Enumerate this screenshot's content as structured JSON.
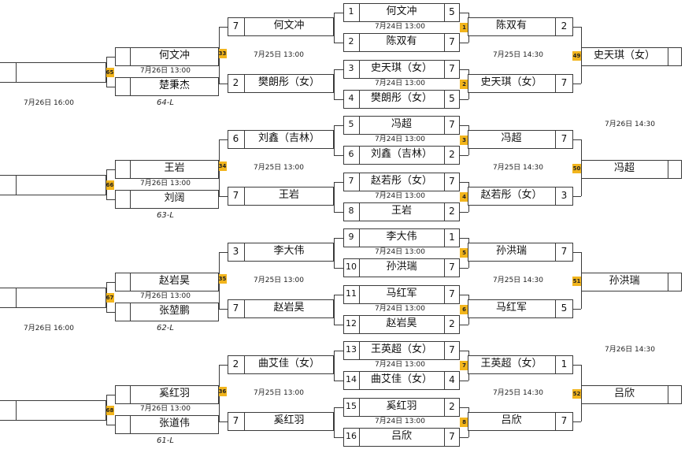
{
  "round1": [
    {
      "seed": "1",
      "name": "何文冲",
      "score": "5"
    },
    {
      "seed": "2",
      "name": "陈双有",
      "score": "7"
    },
    {
      "seed": "3",
      "name": "史天琪（女）",
      "score": "7"
    },
    {
      "seed": "4",
      "name": "樊朗彤（女）",
      "score": "5"
    },
    {
      "seed": "5",
      "name": "冯超",
      "score": "7"
    },
    {
      "seed": "6",
      "name": "刘鑫（吉林）",
      "score": "2"
    },
    {
      "seed": "7",
      "name": "赵若彤（女）",
      "score": "7"
    },
    {
      "seed": "8",
      "name": "王岩",
      "score": "2"
    },
    {
      "seed": "9",
      "name": "李大伟",
      "score": "1"
    },
    {
      "seed": "10",
      "name": "孙洪瑞",
      "score": "7"
    },
    {
      "seed": "11",
      "name": "马红军",
      "score": "7"
    },
    {
      "seed": "12",
      "name": "赵岩昊",
      "score": "2"
    },
    {
      "seed": "13",
      "name": "王英超（女）",
      "score": "7"
    },
    {
      "seed": "14",
      "name": "曲艾佳（女）",
      "score": "4"
    },
    {
      "seed": "15",
      "name": "奚红羽",
      "score": "2"
    },
    {
      "seed": "16",
      "name": "吕欣",
      "score": "7"
    }
  ],
  "round1_time": "7月24日 13:00",
  "match_badges": [
    "1",
    "2",
    "3",
    "4",
    "5",
    "6",
    "7",
    "8"
  ],
  "right_r2": [
    {
      "name": "陈双有",
      "score": "2"
    },
    {
      "name": "史天琪（女）",
      "score": "7"
    },
    {
      "name": "冯超",
      "score": "7"
    },
    {
      "name": "赵若彤（女）",
      "score": "3"
    },
    {
      "name": "孙洪瑞",
      "score": "7"
    },
    {
      "name": "马红军",
      "score": "5"
    },
    {
      "name": "王英超（女）",
      "score": "1"
    },
    {
      "name": "吕欣",
      "score": "7"
    }
  ],
  "right_r2_time": "7月25日 14:30",
  "right_r2_badges": [
    "49",
    "50",
    "51",
    "52"
  ],
  "right_r3": [
    {
      "name": "史天琪（女）"
    },
    {
      "name": "冯超"
    },
    {
      "name": "孙洪瑞"
    },
    {
      "name": "吕欣"
    }
  ],
  "right_r3_time": "7月26日 14:30",
  "left_r2": [
    {
      "score": "7",
      "name": "何文冲"
    },
    {
      "score": "2",
      "name": "樊朗彤（女）"
    },
    {
      "score": "6",
      "name": "刘鑫（吉林）"
    },
    {
      "score": "7",
      "name": "王岩"
    },
    {
      "score": "3",
      "name": "李大伟"
    },
    {
      "score": "7",
      "name": "赵岩昊"
    },
    {
      "score": "2",
      "name": "曲艾佳（女）"
    },
    {
      "score": "7",
      "name": "奚红羽"
    }
  ],
  "left_r2_time": "7月25日 13:00",
  "left_r2_badges": [
    "33",
    "34",
    "35",
    "36"
  ],
  "left_r3": [
    {
      "name": "何文冲"
    },
    {
      "name": "楚秉杰"
    },
    {
      "name": "王岩"
    },
    {
      "name": "刘阔"
    },
    {
      "name": "赵岩昊"
    },
    {
      "name": "张堃鹏"
    },
    {
      "name": "奚红羽"
    },
    {
      "name": "张道伟"
    }
  ],
  "left_r3_time": "7月26日 13:00",
  "left_r3_badges": [
    "65",
    "66",
    "67",
    "68"
  ],
  "left_r3_tags": [
    "64-L",
    "63-L",
    "62-L",
    "61-L"
  ],
  "left_r4_time": "7月26日 16:00"
}
